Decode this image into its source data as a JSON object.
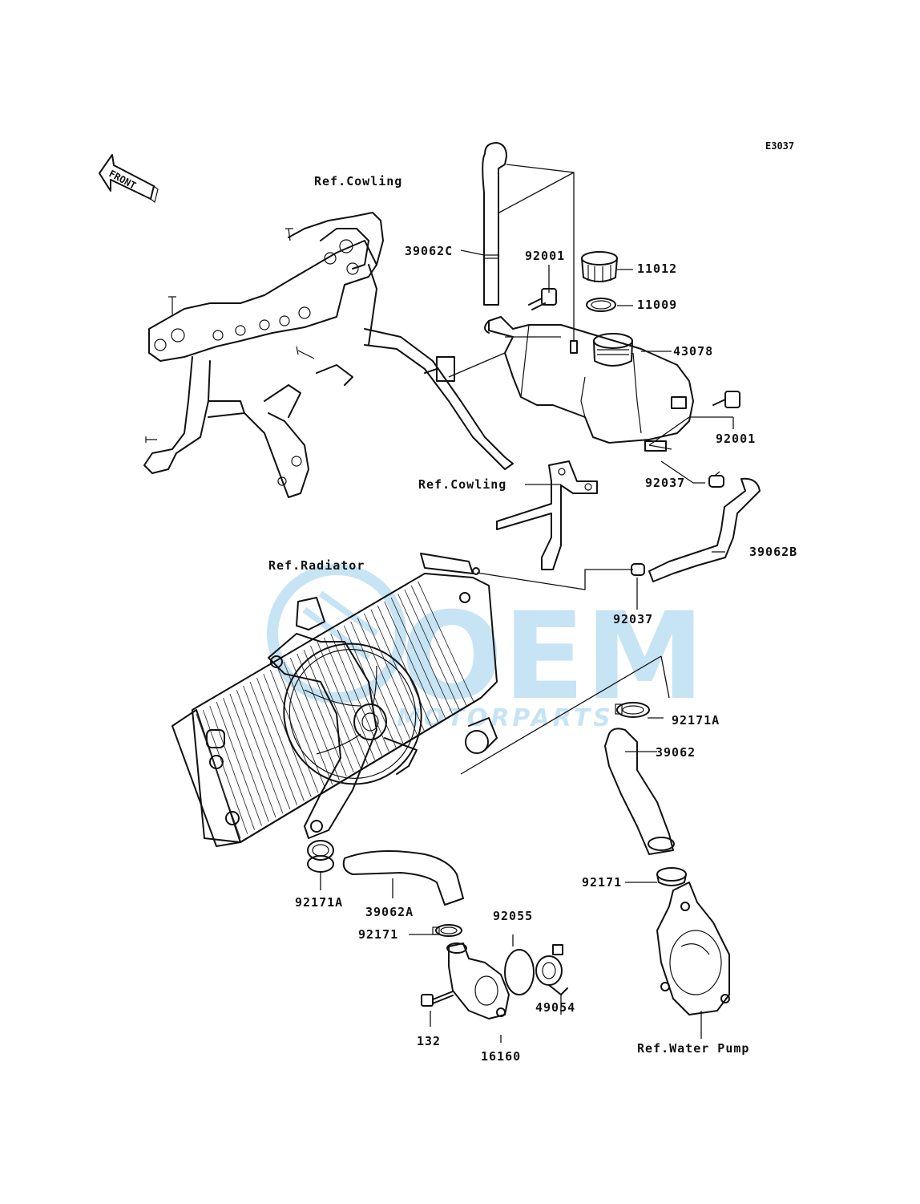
{
  "diagram": {
    "code": "E3037",
    "front_label": "FRONT",
    "refs": {
      "cowling_top": "Ref.Cowling",
      "cowling_mid": "Ref.Cowling",
      "radiator": "Ref.Radiator",
      "water_pump": "Ref.Water Pump"
    },
    "parts": {
      "hose_39062c": "39062C",
      "bolt_92001_top": "92001",
      "cap_11012": "11012",
      "seal_11009": "11009",
      "tank_43078": "43078",
      "bolt_92001_right": "92001",
      "clip_92037_upper": "92037",
      "hose_39062b": "39062B",
      "clip_92037_lower": "92037",
      "clamp_92171a_right": "92171A",
      "hose_39062": "39062",
      "clamp_92171_right": "92171",
      "clamp_92171a_left": "92171A",
      "hose_39062a": "39062A",
      "oring_92055": "92055",
      "clamp_92171_left": "92171",
      "thermostat_49054": "49054",
      "bolt_132": "132",
      "cover_16160": "16160"
    }
  },
  "watermark": {
    "letters": "OEM",
    "sub": "MOTORPARTS",
    "color": "#3aa0dc"
  }
}
